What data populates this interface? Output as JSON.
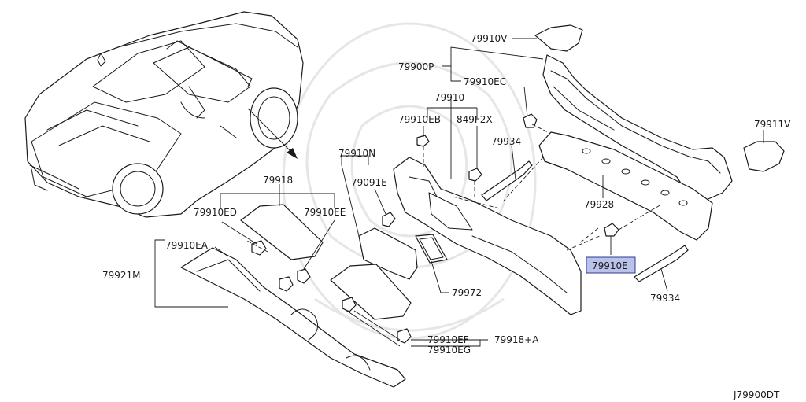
{
  "diagram_code": "J79900DT",
  "labels": {
    "p79910V": "79910V",
    "p79900P": "79900P",
    "p79910EC": "79910EC",
    "p79910": "79910",
    "p79910EB": "79910EB",
    "p849F2X": "849F2X",
    "p79911V": "79911V",
    "p79934_top": "79934",
    "p79910N": "79910N",
    "p79091E": "79091E",
    "p79918": "79918",
    "p79910ED": "79910ED",
    "p79910EE": "79910EE",
    "p79928": "79928",
    "p79910EA": "79910EA",
    "p79910E": "79910E",
    "p79921M": "79921M",
    "p79972": "79972",
    "p79934_bottom": "79934",
    "p79910EF": "79910EF",
    "p79918A": "79918+A",
    "p79910EG": "79910EG"
  },
  "highlight": {
    "label": "79910E",
    "color": "#b9c2ea"
  }
}
